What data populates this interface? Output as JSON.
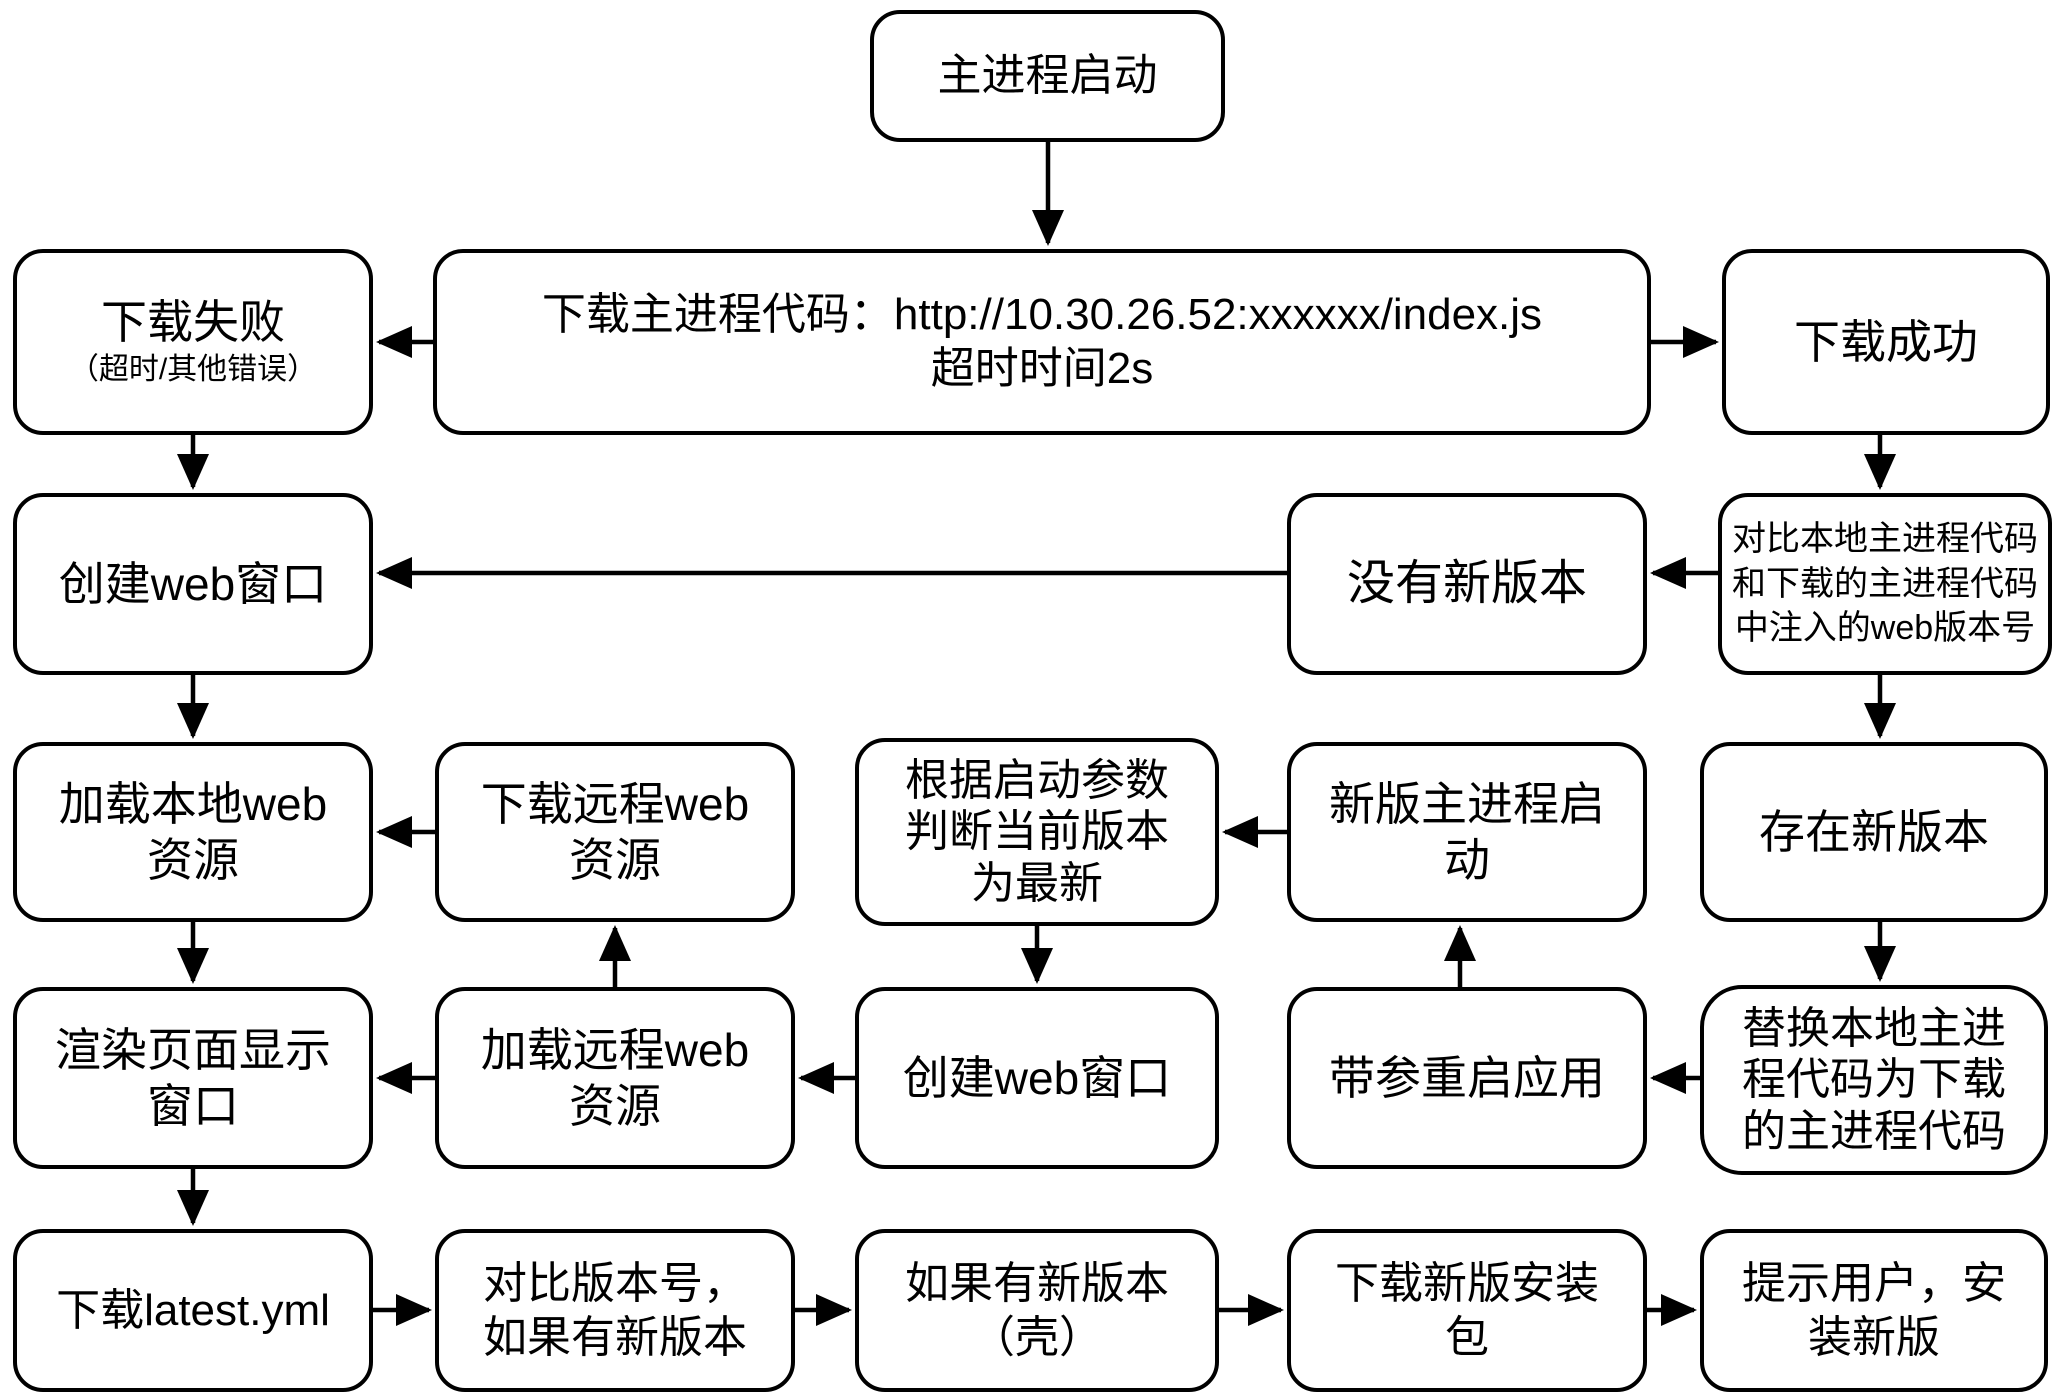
{
  "diagram": {
    "title_hint": "Electron main-process hot update flowchart",
    "colors": {
      "background": "#ffffff",
      "box_fill": "#ffffff",
      "stroke": "#000000",
      "text": "#000000"
    },
    "nodes": {
      "main_start": {
        "lines": [
          "主进程启动"
        ]
      },
      "download_main_code": {
        "lines": [
          "下载主进程代码：http://10.30.26.52:xxxxxx/index.js",
          "超时时间2s"
        ]
      },
      "download_failed": {
        "lines": [
          "下载失败",
          "（超时/其他错误）"
        ]
      },
      "download_success": {
        "lines": [
          "下载成功"
        ]
      },
      "compare_web_version": {
        "lines": [
          "对比本地主进程代码",
          "和下载的主进程代码",
          "中注入的web版本号"
        ]
      },
      "no_new_version": {
        "lines": [
          "没有新版本"
        ]
      },
      "create_web_window": {
        "lines": [
          "创建web窗口"
        ]
      },
      "load_local_web": {
        "lines": [
          "加载本地web",
          "资源"
        ]
      },
      "download_remote_web": {
        "lines": [
          "下载远程web",
          "资源"
        ]
      },
      "judge_latest_by_args": {
        "lines": [
          "根据启动参数",
          "判断当前版本",
          "为最新"
        ]
      },
      "new_main_start": {
        "lines": [
          "新版主进程启",
          "动"
        ]
      },
      "exist_new_version": {
        "lines": [
          "存在新版本"
        ]
      },
      "render_page_window": {
        "lines": [
          "渲染页面显示",
          "窗口"
        ]
      },
      "load_remote_web": {
        "lines": [
          "加载远程web",
          "资源"
        ]
      },
      "create_web_window_2": {
        "lines": [
          "创建web窗口"
        ]
      },
      "restart_with_args": {
        "lines": [
          "带参重启应用"
        ]
      },
      "replace_local_code": {
        "lines": [
          "替换本地主进",
          "程代码为下载",
          "的主进程代码"
        ]
      },
      "download_latest_yml": {
        "lines": [
          "下载latest.yml"
        ]
      },
      "compare_version_num": {
        "lines": [
          "对比版本号，",
          "如果有新版本"
        ]
      },
      "new_version_shell": {
        "lines": [
          "如果有新版本",
          "（壳）"
        ]
      },
      "download_installer": {
        "lines": [
          "下载新版安装",
          "包"
        ]
      },
      "prompt_install": {
        "lines": [
          "提示用户，安",
          "装新版"
        ]
      }
    },
    "edges": [
      {
        "from": "main_start",
        "to": "download_main_code"
      },
      {
        "from": "download_main_code",
        "to": "download_failed"
      },
      {
        "from": "download_main_code",
        "to": "download_success"
      },
      {
        "from": "download_failed",
        "to": "create_web_window"
      },
      {
        "from": "download_success",
        "to": "compare_web_version"
      },
      {
        "from": "compare_web_version",
        "to": "no_new_version"
      },
      {
        "from": "no_new_version",
        "to": "create_web_window"
      },
      {
        "from": "create_web_window",
        "to": "load_local_web"
      },
      {
        "from": "compare_web_version",
        "to": "exist_new_version"
      },
      {
        "from": "new_main_start",
        "to": "judge_latest_by_args"
      },
      {
        "from": "download_remote_web",
        "to": "load_local_web"
      },
      {
        "from": "load_local_web",
        "to": "render_page_window"
      },
      {
        "from": "load_remote_web",
        "to": "download_remote_web"
      },
      {
        "from": "judge_latest_by_args",
        "to": "create_web_window_2"
      },
      {
        "from": "exist_new_version",
        "to": "replace_local_code"
      },
      {
        "from": "replace_local_code",
        "to": "restart_with_args"
      },
      {
        "from": "restart_with_args",
        "to": "new_main_start"
      },
      {
        "from": "create_web_window_2",
        "to": "load_remote_web"
      },
      {
        "from": "load_remote_web",
        "to": "render_page_window"
      },
      {
        "from": "render_page_window",
        "to": "download_latest_yml"
      },
      {
        "from": "download_latest_yml",
        "to": "compare_version_num"
      },
      {
        "from": "compare_version_num",
        "to": "new_version_shell"
      },
      {
        "from": "new_version_shell",
        "to": "download_installer"
      },
      {
        "from": "download_installer",
        "to": "prompt_install"
      }
    ]
  }
}
